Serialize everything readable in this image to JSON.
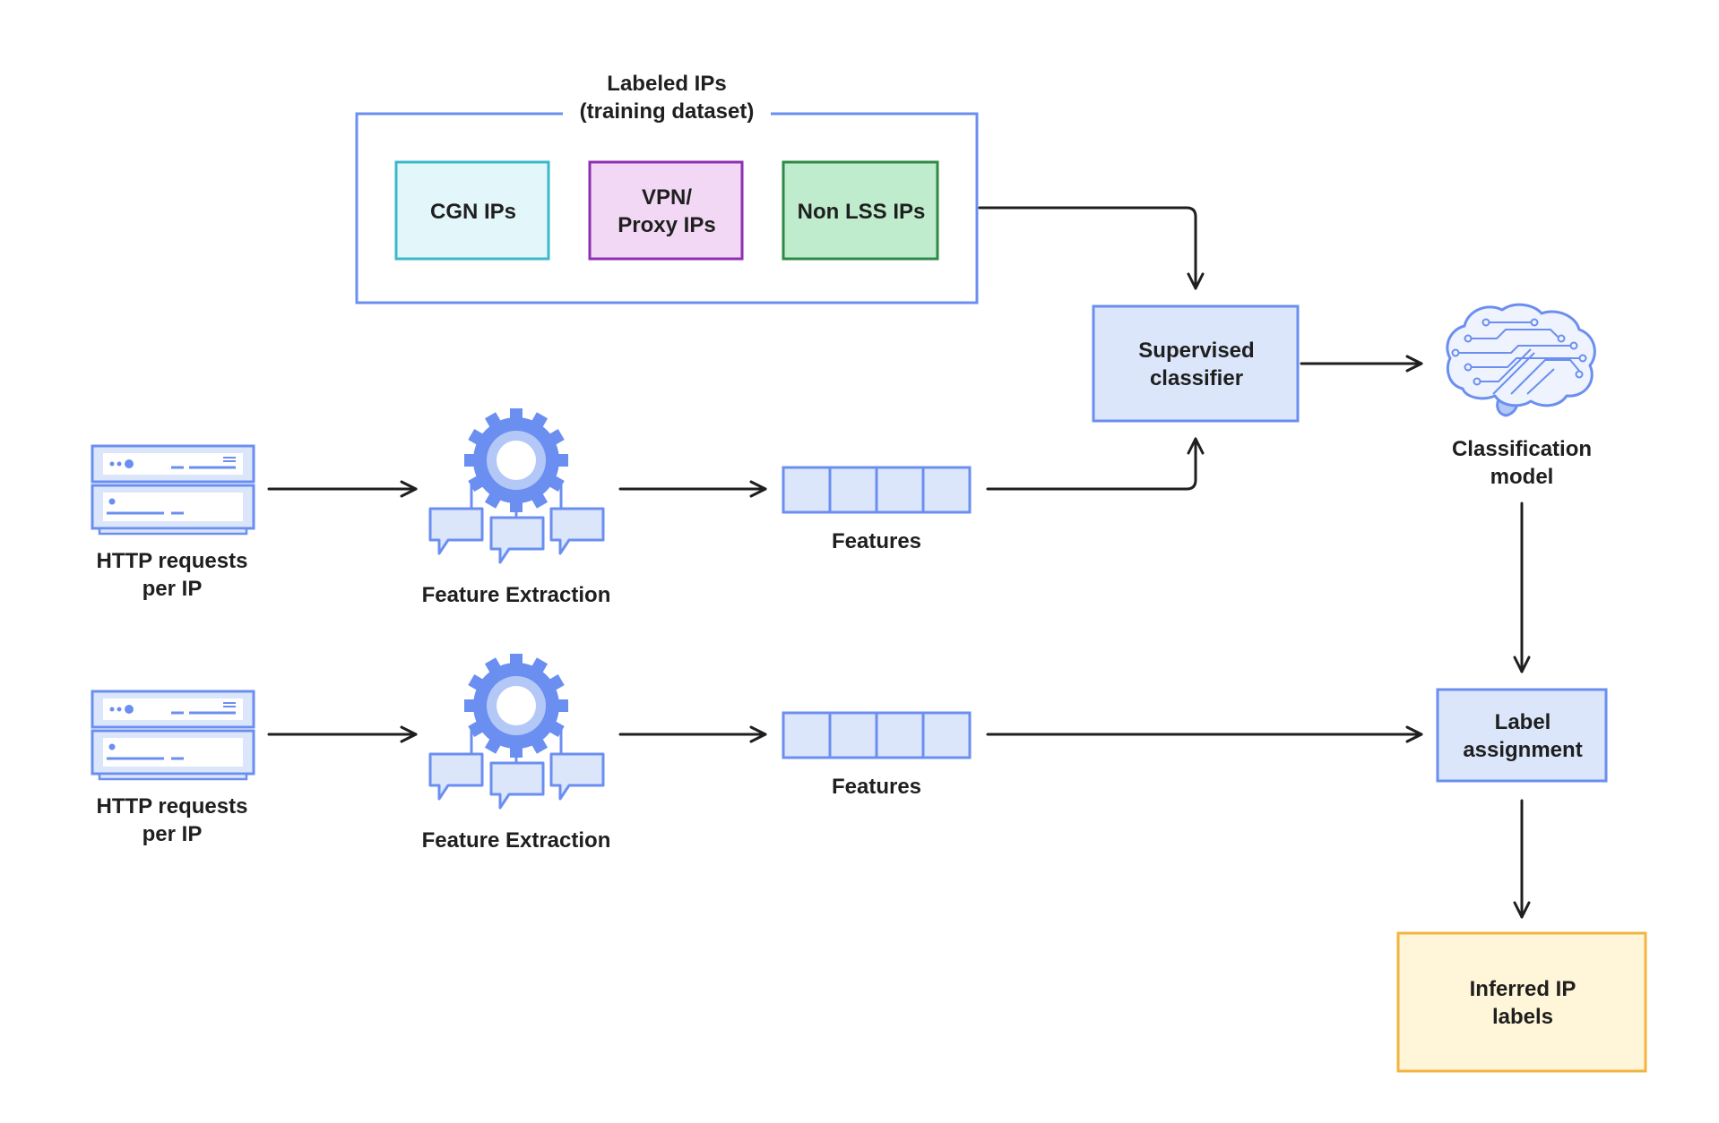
{
  "colors": {
    "blue_stroke": "#6b8ff0",
    "blue_fill": "#dce6fb",
    "cgn_stroke": "#3bb8c9",
    "cgn_fill": "#e3f6fa",
    "vpn_stroke": "#8e2fb4",
    "vpn_fill": "#f2d8f4",
    "nonlss_stroke": "#2f8a48",
    "nonlss_fill": "#bfeccd",
    "output_stroke": "#f2b440",
    "output_fill": "#fff5d8",
    "arrow": "#1f1f1f"
  },
  "training": {
    "title": "Labeled IPs\n(training dataset)",
    "cgn": "CGN IPs",
    "vpn": "VPN/\nProxy IPs",
    "nonlss": "Non LSS IPs"
  },
  "classifier": {
    "label": "Supervised\nclassifier"
  },
  "model": {
    "label": "Classification\nmodel",
    "icon": "brain-circuit-icon"
  },
  "label_assignment": {
    "label": "Label\nassignment"
  },
  "inferred": {
    "label": "Inferred IP\nlabels"
  },
  "rows": [
    {
      "source_label": "HTTP requests\nper IP",
      "source_icon": "server-icon",
      "extraction_label": "Feature Extraction",
      "extraction_icon": "gear-icon",
      "features_label": "Features",
      "features_cells": 4
    },
    {
      "source_label": "HTTP requests\nper IP",
      "source_icon": "server-icon",
      "extraction_label": "Feature Extraction",
      "extraction_icon": "gear-icon",
      "features_label": "Features",
      "features_cells": 4
    }
  ]
}
